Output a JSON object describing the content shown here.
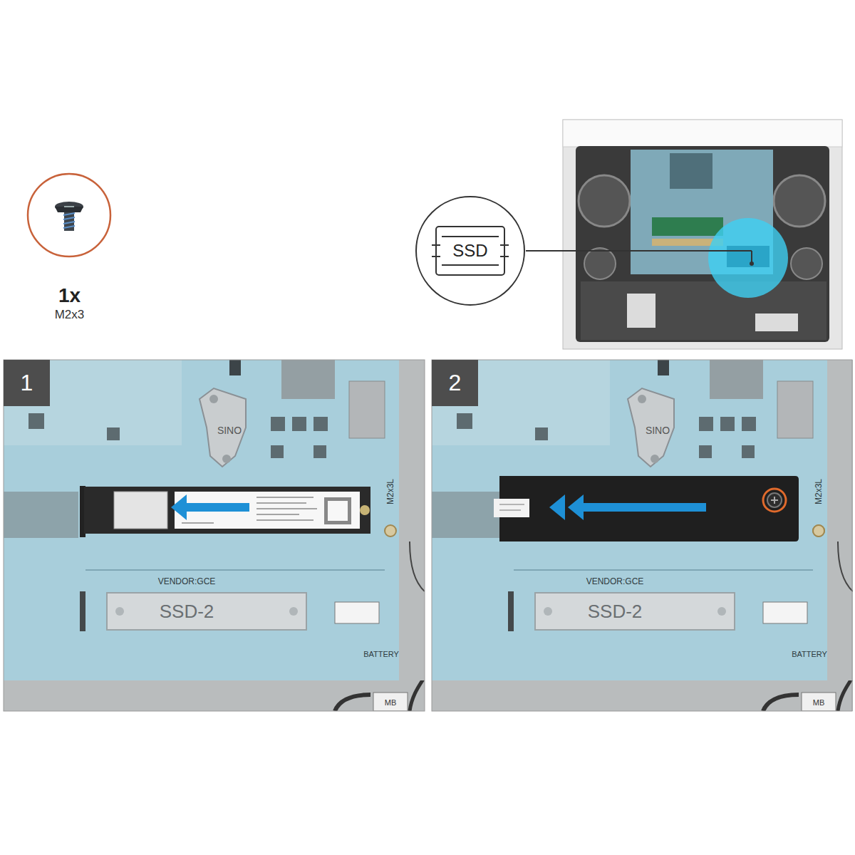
{
  "diagram": {
    "nodes": [
      {
        "text": [
          "1x",
          "M2x3"
        ]
      },
      {
        "text": [
          "SSD"
        ]
      },
      {
        "text": [
          "1"
        ]
      },
      {
        "text": [
          "2"
        ]
      }
    ],
    "labels": [
      "SINO",
      "SSD-2",
      "VENDOR:GCE",
      "BATTERY",
      "MB",
      "M2x3L",
      "SINO",
      "SSD-2",
      "VENDOR:GCE",
      "BATTERY",
      "MB",
      "M2x3L"
    ]
  }
}
